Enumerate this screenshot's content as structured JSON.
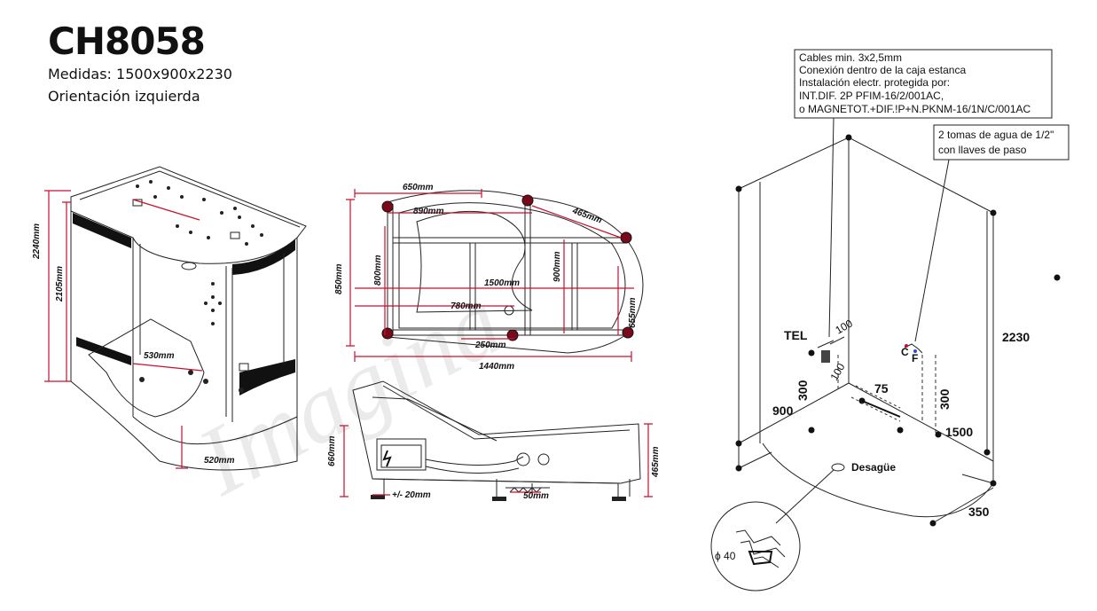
{
  "header": {
    "model": "CH8058",
    "measures": "Medidas: 1500x900x2230",
    "orientation": "Orientación izquierda"
  },
  "perspective_view": {
    "dims": {
      "total_height": "2240mm",
      "inner_height": "2105mm",
      "seat_width": "530mm",
      "base_height": "520mm"
    }
  },
  "top_view": {
    "dims": {
      "top_width": "650mm",
      "inner_length": "890mm",
      "curve": "465mm",
      "height_850": "850mm",
      "height_800": "800mm",
      "length_1500": "1500mm",
      "height_900": "900mm",
      "length_780": "780mm",
      "side_655": "655mm",
      "drain_250": "250mm",
      "total_1440": "1440mm"
    }
  },
  "side_view": {
    "dims": {
      "height_660": "660mm",
      "height_465": "465mm",
      "adjust": "+/- 20mm",
      "drain_50": "50mm"
    }
  },
  "install_view": {
    "notes": {
      "cables": [
        "Cables min. 3x2,5mm",
        "Conexión dentro de la caja estanca",
        "Instalación electr. protegida por:",
        "INT.DIF. 2P PFIM-16/2/001AC,",
        "o MAGNETOT.+DIF.!P+N.PKNM-16/1N/C/001AC"
      ],
      "water": [
        "2 tomas de agua de 1/2\"",
        "con llaves de paso"
      ]
    },
    "labels": {
      "tel": "TEL",
      "d100a": "100",
      "d100b": "100",
      "d300a": "300",
      "d300b": "300",
      "d75": "75",
      "d900": "900",
      "d1500": "1500",
      "d2230": "2230",
      "d350": "350",
      "drain": "Desagüe",
      "c": "C",
      "f": "F",
      "phi40": "ϕ 40"
    }
  },
  "watermark": "Imagina"
}
